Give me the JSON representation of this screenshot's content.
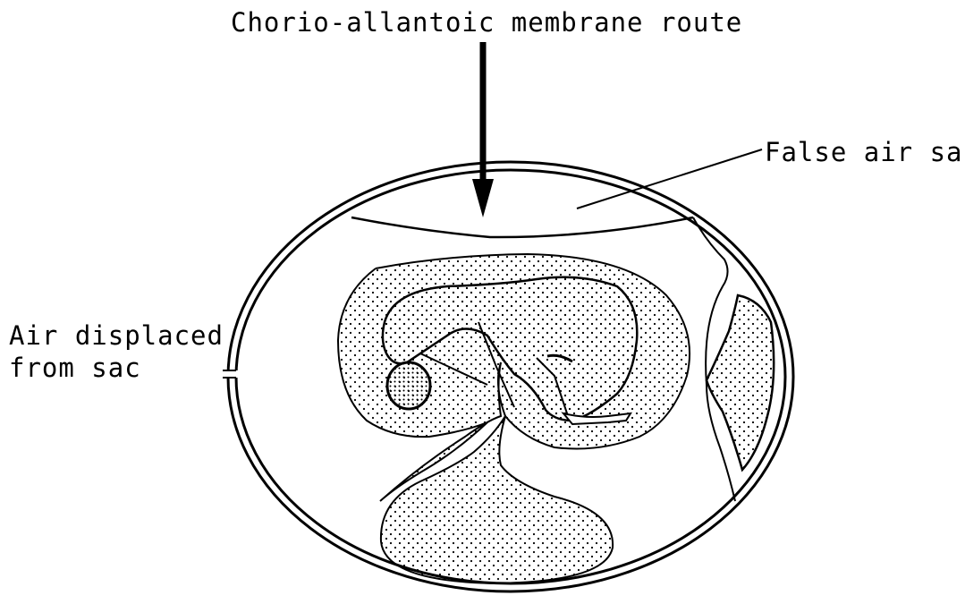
{
  "diagram": {
    "labels": {
      "chorio_route": "Chorio-allantoic membrane route",
      "false_air_sac": "False air sac",
      "air_displaced_line1": "Air displaced",
      "air_displaced_line2": "from sac"
    },
    "colors": {
      "ink": "#000000",
      "background": "#ffffff"
    }
  }
}
